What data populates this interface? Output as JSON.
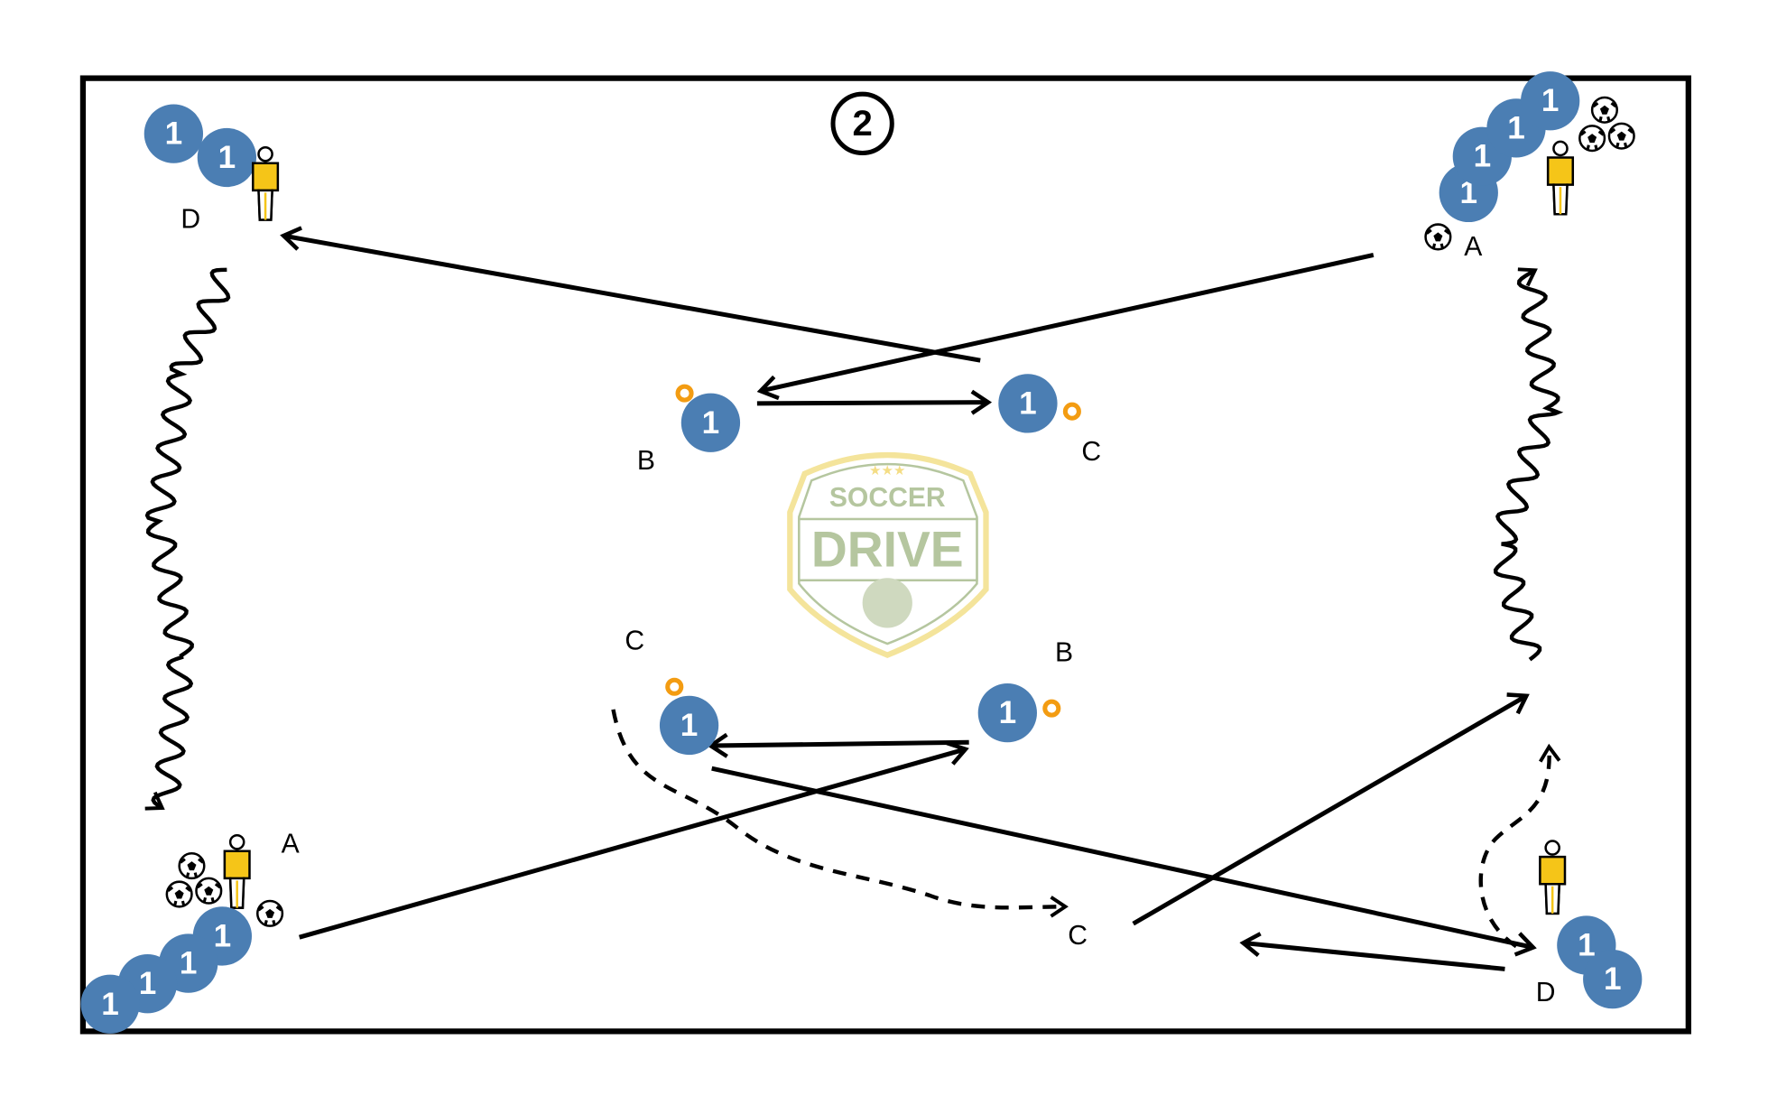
{
  "drill_number": "2",
  "colors": {
    "player": "#4b7eb3",
    "cone": "#f39c12",
    "mannequin": "#f5c518",
    "logo_green": "#a9bd8f",
    "logo_gold": "#f3e08a"
  },
  "logo": {
    "line1": "SOCCER",
    "line2": "DRIVE",
    "stars": "★★★"
  },
  "player_label": "1",
  "labels": {
    "top_left_D": "D",
    "top_right_A": "A",
    "center_B": "B",
    "center_C": "C",
    "lower_C": "C",
    "lower_B": "B",
    "bottom_left_A": "A",
    "bottom_C": "C",
    "bottom_right_D": "D"
  }
}
